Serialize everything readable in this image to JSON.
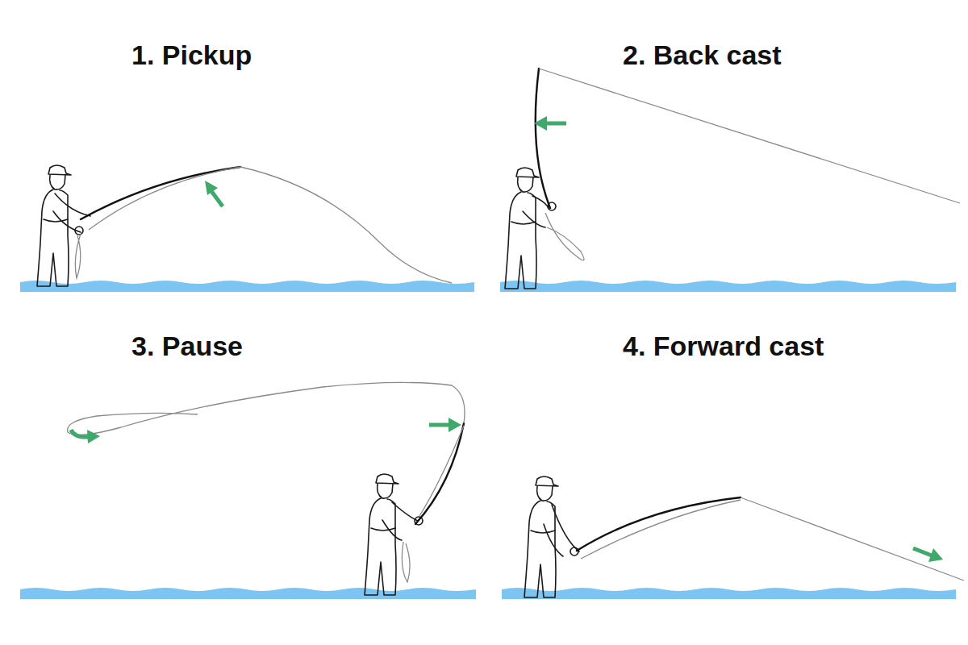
{
  "diagram": {
    "labels": [
      "1. Pickup",
      "2. Back cast",
      "3. Pause",
      "4. Forward cast"
    ]
  }
}
